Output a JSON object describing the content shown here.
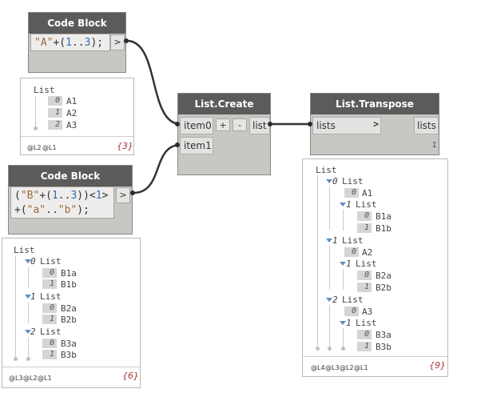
{
  "nodes": {
    "cb1": {
      "title": "Code Block",
      "btn": ">"
    },
    "cb2": {
      "title": "Code Block",
      "btn": ">"
    },
    "create": {
      "title": "List.Create",
      "in1": "item0",
      "in2": "item1",
      "out": "list",
      "plus": "+",
      "minus": "-"
    },
    "transpose": {
      "title": "List.Transpose",
      "in1": "lists",
      "out": "lists",
      "arrow": ">",
      "lacing": "I"
    }
  },
  "code": {
    "cb1": [
      "\"A\"",
      "+(",
      "1",
      "..",
      "3",
      ");"
    ],
    "cb2_line1": [
      "(\"B\"",
      "+(",
      "1",
      "..",
      "3",
      "))<",
      "1",
      ">"
    ],
    "cb2_line2": [
      "+(",
      "\"a\"",
      "..",
      "\"b\"",
      ");"
    ]
  },
  "watch1": {
    "root": "List",
    "items": [
      {
        "i": "0",
        "v": "A1"
      },
      {
        "i": "1",
        "v": "A2"
      },
      {
        "i": "2",
        "v": "A3"
      }
    ],
    "levels": [
      "@L2",
      "@L1"
    ],
    "count": "{3}"
  },
  "watch2": {
    "root": "List",
    "groups": [
      {
        "i": "0",
        "label": "List",
        "items": [
          {
            "i": "0",
            "v": "B1a"
          },
          {
            "i": "1",
            "v": "B1b"
          }
        ]
      },
      {
        "i": "1",
        "label": "List",
        "items": [
          {
            "i": "0",
            "v": "B2a"
          },
          {
            "i": "1",
            "v": "B2b"
          }
        ]
      },
      {
        "i": "2",
        "label": "List",
        "items": [
          {
            "i": "0",
            "v": "B3a"
          },
          {
            "i": "1",
            "v": "B3b"
          }
        ]
      }
    ],
    "levels": [
      "@L3",
      "@L2",
      "@L1"
    ],
    "count": "{6}"
  },
  "watch3": {
    "root": "List",
    "groups": [
      {
        "i": "0",
        "label": "List",
        "a": {
          "i": "0",
          "v": "A1"
        },
        "sub": {
          "i": "1",
          "label": "List",
          "items": [
            {
              "i": "0",
              "v": "B1a"
            },
            {
              "i": "1",
              "v": "B1b"
            }
          ]
        }
      },
      {
        "i": "1",
        "label": "List",
        "a": {
          "i": "0",
          "v": "A2"
        },
        "sub": {
          "i": "1",
          "label": "List",
          "items": [
            {
              "i": "0",
              "v": "B2a"
            },
            {
              "i": "1",
              "v": "B2b"
            }
          ]
        }
      },
      {
        "i": "2",
        "label": "List",
        "a": {
          "i": "0",
          "v": "A3"
        },
        "sub": {
          "i": "1",
          "label": "List",
          "items": [
            {
              "i": "0",
              "v": "B3a"
            },
            {
              "i": "1",
              "v": "B3b"
            }
          ]
        }
      }
    ],
    "levels": [
      "@L4",
      "@L3",
      "@L2",
      "@L1"
    ],
    "count": "{9}"
  }
}
